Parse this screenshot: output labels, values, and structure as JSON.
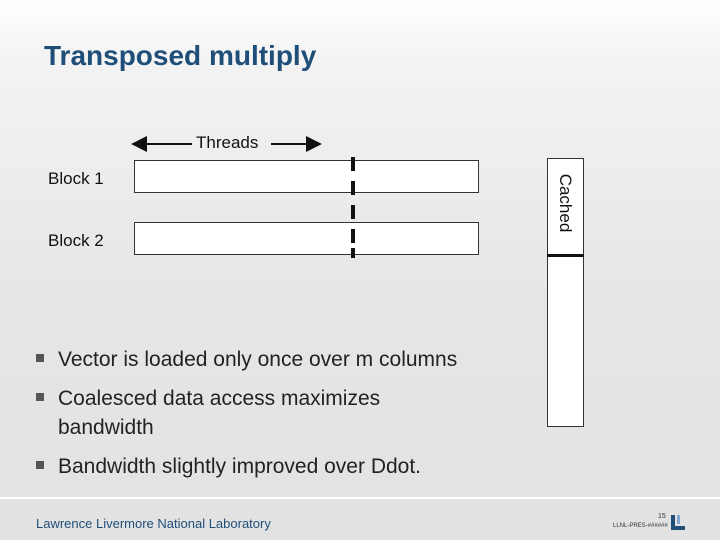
{
  "title": "Transposed multiply",
  "diagram": {
    "threads_label": "Threads",
    "block1_label": "Block 1",
    "block2_label": "Block 2",
    "cached_label": "Cached"
  },
  "bullets": [
    "Vector is loaded only once over m columns",
    "Coalesced data access maximizes bandwidth",
    "Bandwidth slightly improved over Ddot."
  ],
  "footer": {
    "org": "Lawrence Livermore National Laboratory",
    "page_number": "15",
    "doc_code": "LLNL-PRES-######"
  },
  "colors": {
    "title": "#1f4e79",
    "footer_text": "#1f4e79"
  }
}
